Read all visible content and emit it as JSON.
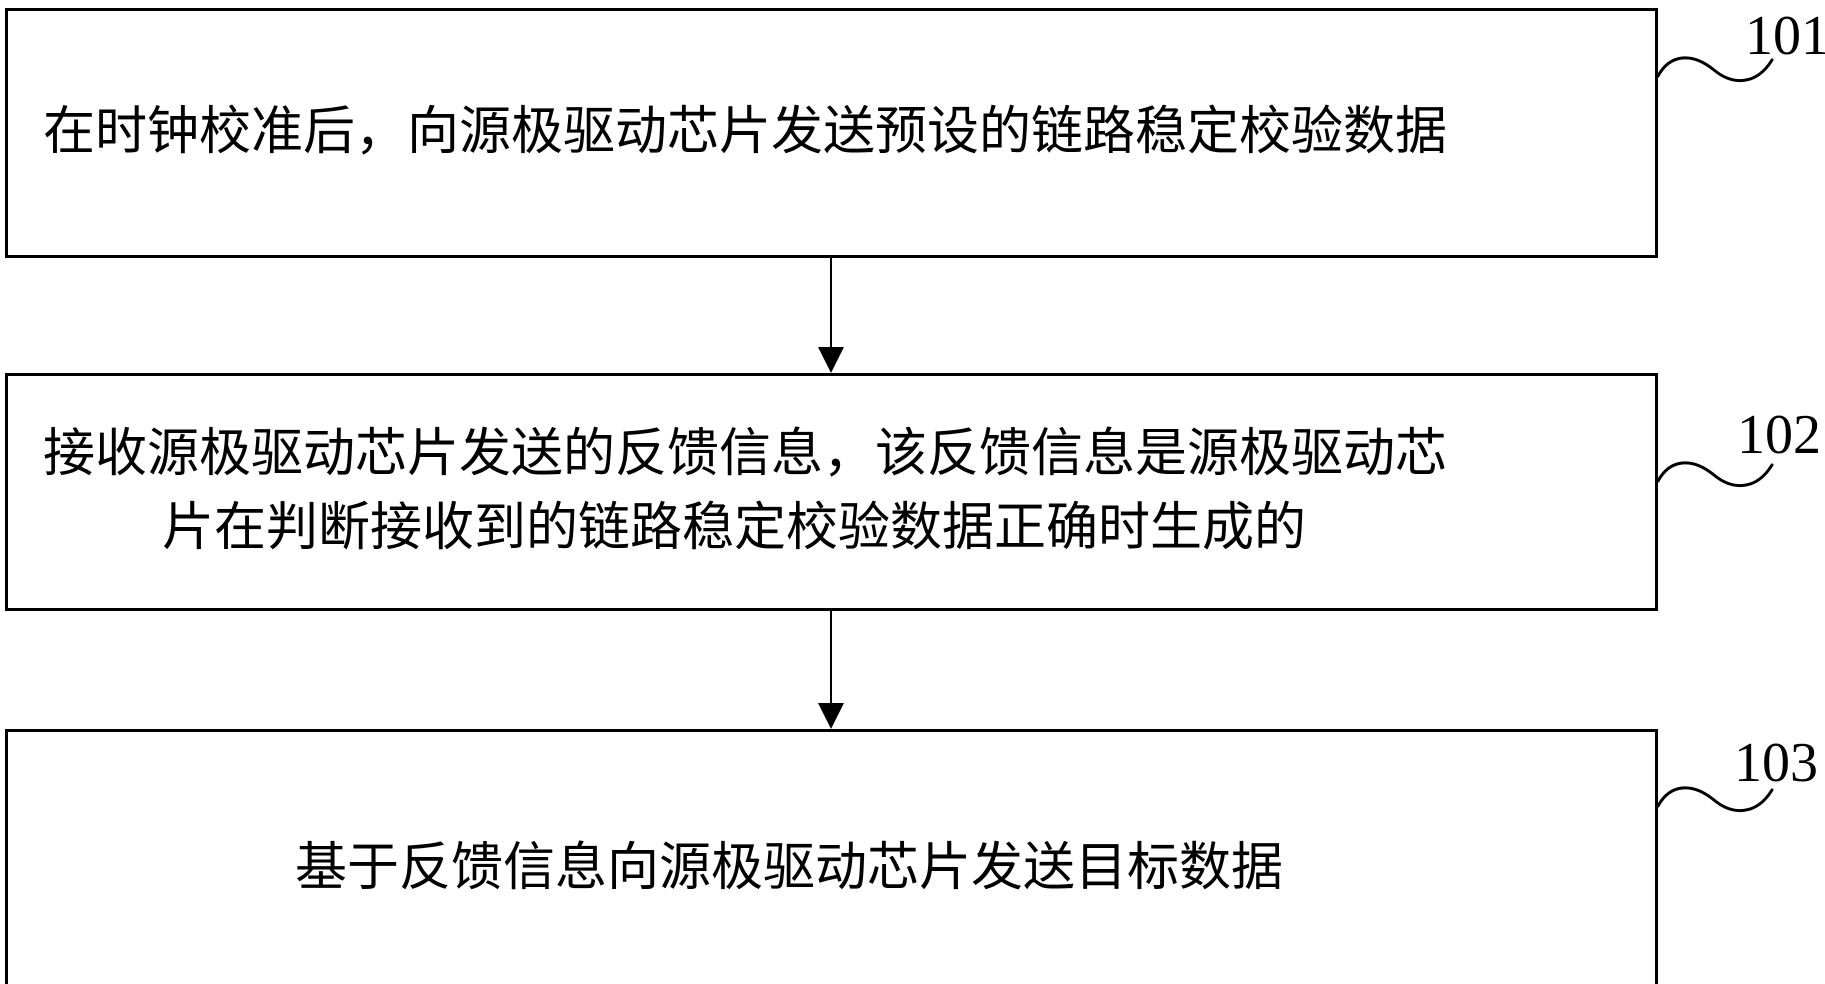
{
  "figure": {
    "type": "flowchart",
    "background_color": "#ffffff",
    "line_color": "#000000",
    "steps": [
      {
        "ref_label": "101",
        "lines": [
          "在时钟校准后，向源极驱动芯片发送预设的链路稳定校验数据"
        ]
      },
      {
        "ref_label": "102",
        "lines": [
          "接收源极驱动芯片发送的反馈信息，该反馈信息是源极驱动芯",
          "片在判断接收到的链路稳定校验数据正确时生成的"
        ]
      },
      {
        "ref_label": "103",
        "lines": [
          "基于反馈信息向源极驱动芯片发送目标数据"
        ]
      }
    ],
    "connectors": [
      {
        "from": "101",
        "to": "102",
        "style": "down-arrow"
      },
      {
        "from": "102",
        "to": "103",
        "style": "down-arrow"
      }
    ]
  }
}
